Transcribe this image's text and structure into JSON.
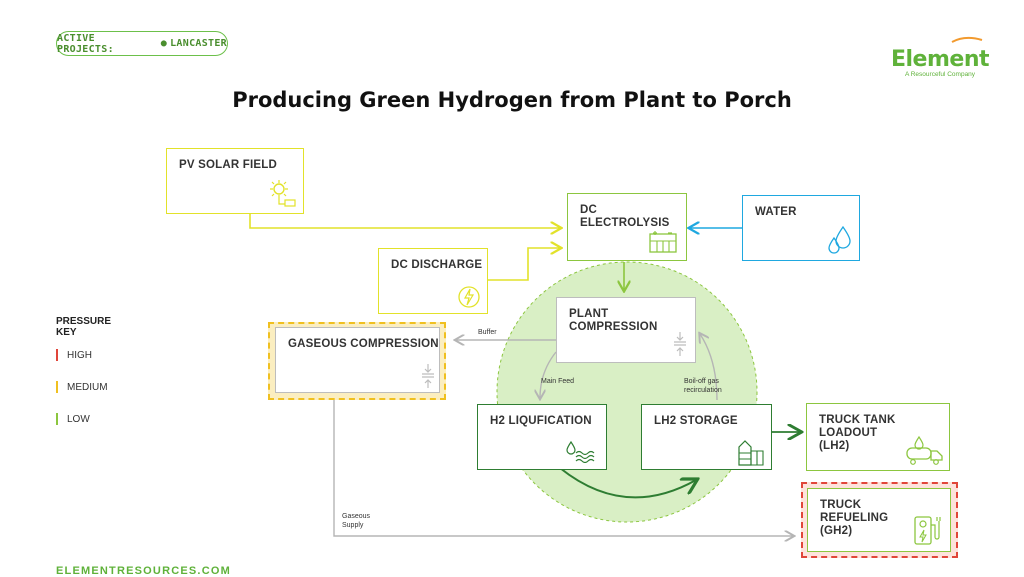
{
  "header": {
    "pill_prefix": "ACTIVE PROJECTS:",
    "pill_location": "LANCASTER",
    "logo_word": "Element",
    "logo_tagline": "A Resourceful Company"
  },
  "title": "Producing Green Hydrogen from Plant to Porch",
  "nodes": {
    "pv_solar_field": "PV SOLAR FIELD",
    "dc_electrolysis": "DC ELECTROLYSIS",
    "water": "WATER",
    "dc_discharge": "DC DISCHARGE",
    "plant_compression": "PLANT COMPRESSION",
    "gaseous_compression": "GASEOUS COMPRESSION",
    "h2_liquification": "H2 LIQUFICATION",
    "lh2_storage": "LH2 STORAGE",
    "truck_tank_loadout": "TRUCK TANK\nLOADOUT\n(LH2)",
    "truck_refueling": "TRUCK\nREFUELING\n(GH2)"
  },
  "edge_labels": {
    "buffer": "Buffer",
    "main_feed": "Main Feed",
    "boiloff_line1": "Boil-off gas",
    "boiloff_line2": "recirculation",
    "gaseous_line1": "Gaseous",
    "gaseous_line2": "Supply"
  },
  "pressure_key": {
    "title_line1": "PRESSURE",
    "title_line2": "KEY",
    "items": [
      {
        "label": "HIGH",
        "color": "#e0453a"
      },
      {
        "label": "MEDIUM",
        "color": "#f0c020"
      },
      {
        "label": "LOW",
        "color": "#8cc63f"
      }
    ]
  },
  "colors": {
    "yellow": "#e2e22a",
    "green_light": "#8cc63f",
    "green_dark": "#2e7d32",
    "blue": "#1fa8e0",
    "gray": "#bdbdbd",
    "circle_fill": "#d9efc5"
  },
  "footer": "ELEMENTRESOURCES.COM"
}
